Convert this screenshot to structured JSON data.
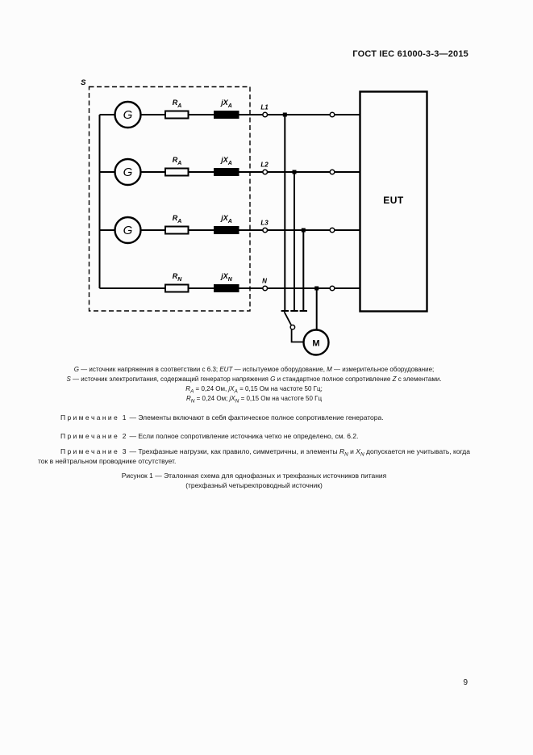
{
  "colors": {
    "ink": "#000000",
    "paper": "#fcfcfc"
  },
  "header": {
    "title": "ГОСТ IEC 61000-3-3—2015"
  },
  "page_number": "9",
  "diagram": {
    "source_box_label": "S",
    "generator_symbol": "G",
    "eut_label": "EUT",
    "meter_label": "M",
    "rows": [
      {
        "terminal": "L1",
        "r": "R",
        "r_sub": "A",
        "x": "jX",
        "x_sub": "A"
      },
      {
        "terminal": "L2",
        "r": "R",
        "r_sub": "A",
        "x": "jX",
        "x_sub": "A"
      },
      {
        "terminal": "L3",
        "r": "R",
        "r_sub": "A",
        "x": "jX",
        "x_sub": "A"
      },
      {
        "terminal": "N",
        "r": "R",
        "r_sub": "N",
        "x": "jX",
        "x_sub": "N"
      }
    ]
  },
  "legend": {
    "l1_g": "G",
    "l1_a": " — источник напряжения в соответствии с 6.3; ",
    "l1_eut": "EUT",
    "l1_b": " — испытуемое оборудование, ",
    "l1_m": "M",
    "l1_c": " — измерительное оборудование;",
    "l2_s": "S",
    "l2_a": " — источник электропитания, содержащий генератор напряжения ",
    "l2_g": "G",
    "l2_b": " и стандартное полное сопротивление ",
    "l2_z": "Z",
    "l2_c": " с элементами.",
    "f1_r": "R",
    "f1_rsub": "A",
    "f1_a": " = 0,24 Ом, ",
    "f1_x": "jX",
    "f1_xsub": "A",
    "f1_b": " = 0,15 Ом на частоте 50 Гц;",
    "f2_r": "R",
    "f2_rsub": "N",
    "f2_a": " = 0,24 Ом; ",
    "f2_x": "jX",
    "f2_xsub": "N",
    "f2_b": " = 0,15 Ом на частоте 50 Гц"
  },
  "notes": {
    "label": "П р и м е ч а н и е",
    "items": [
      {
        "num": "1",
        "text": "— Элементы включают в себя фактическое полное сопротивление генератора."
      },
      {
        "num": "2",
        "text": "— Если полное сопротивление источника четко не определено, см. 6.2."
      },
      {
        "num": "3",
        "pre": "— Трехфазные нагрузки, как правило, симметричны, и элементы ",
        "v1": "R",
        "s1": "N",
        "mid": " и ",
        "v2": "X",
        "s2": "N",
        "post": " допускается не учитывать, когда ток в нейтральном проводнике отсутствует."
      }
    ]
  },
  "caption": {
    "line1": "Рисунок 1 — Эталонная схема для однофазных и трехфазных источников питания",
    "line2": "(трехфазный четырехпроводный источник)"
  }
}
